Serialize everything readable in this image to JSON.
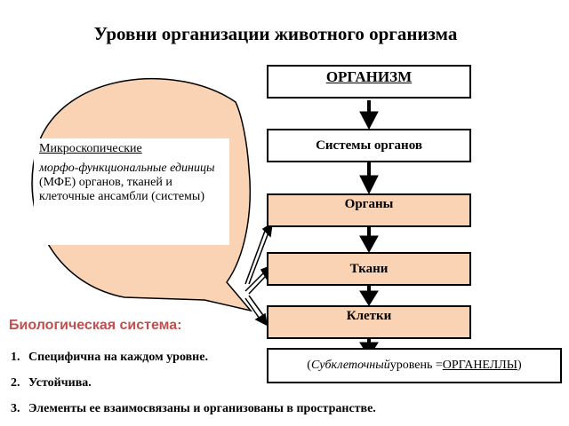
{
  "title": "Уровни организации животного организма",
  "levels": {
    "organism": "ОРГАНИЗМ",
    "organ_systems": "Системы органов",
    "organs": "Органы",
    "tissues": "Ткани",
    "cells": "Клетки",
    "subcellular": {
      "open": "(",
      "italic": "Субклеточный",
      "plain": " уровень = ",
      "underlined": "ОРГАНЕЛЛЫ",
      "close": ")"
    }
  },
  "callout": {
    "line1": "Микроскопические",
    "line2_italic": "морфо-функциональные единицы",
    "line2_rest": " (МФЕ) органов, тканей и клеточные ансамбли (системы)"
  },
  "bio_system": {
    "heading": "Биологическая система:",
    "items": [
      {
        "num": "1.",
        "text": "Специфична на каждом уровне."
      },
      {
        "num": "2.",
        "text": "Устойчива."
      },
      {
        "num": "3.",
        "text": "Элементы ее взаимосвязаны и организованы в пространстве."
      }
    ]
  },
  "colors": {
    "peach_fill": "#fad2b4",
    "callout_fill": "#fad2b4",
    "heading_color": "#c0504d"
  }
}
